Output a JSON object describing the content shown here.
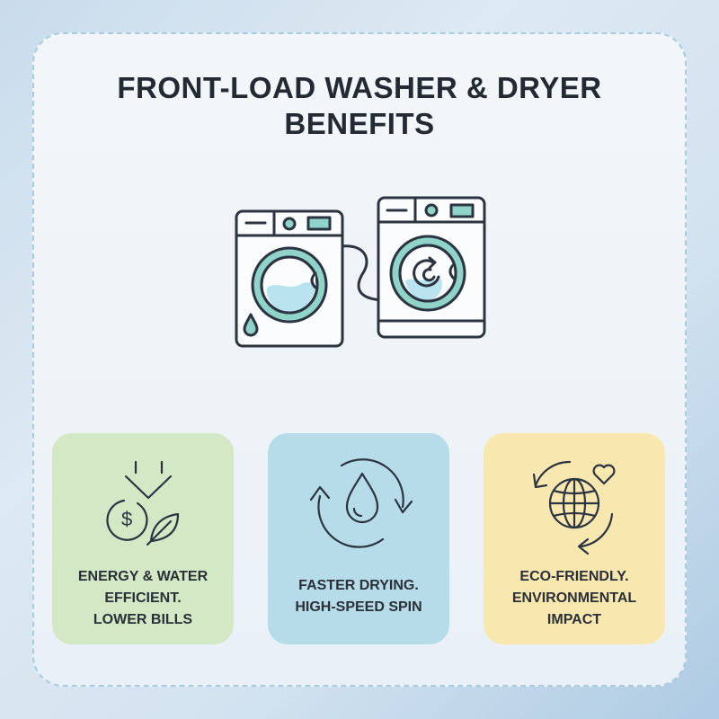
{
  "title": {
    "line1": "FRONT-LOAD WASHER & DRYER",
    "line2": "BENEFITS"
  },
  "hero": {
    "icon": "washer-dryer-illustration",
    "accent_color": "#8fd3c9",
    "water_color": "#b9e3ee",
    "stroke_color": "#2b3440"
  },
  "cards": [
    {
      "icon": "savings-dollar-leaf-icon",
      "background": "#d3e8c4",
      "lines": [
        "ENERGY & WATER",
        "EFFICIENT.",
        "LOWER BILLS"
      ]
    },
    {
      "icon": "water-drop-cycle-icon",
      "background": "#b5dce8",
      "lines": [
        "FASTER DRYING.",
        "HIGH-SPEED SPIN"
      ]
    },
    {
      "icon": "globe-heart-recycle-icon",
      "background": "#f8e8b0",
      "lines": [
        "ECO-FRIENDLY.",
        "ENVIRONMENTAL",
        "IMPACT"
      ]
    }
  ]
}
